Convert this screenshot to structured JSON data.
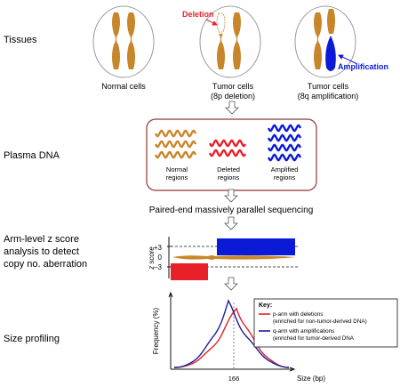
{
  "sections": {
    "tissues": "Tissues",
    "plasma": "Plasma DNA",
    "zscore": [
      "Arm-level z score",
      "analysis to detect",
      "copy no. aberration"
    ],
    "size": "Size profiling"
  },
  "tissues": {
    "normal": "Normal cells",
    "tumor1": [
      "Tumor cells",
      "(8p deletion)"
    ],
    "tumor2": [
      "Tumor cells",
      "(8q amplification)"
    ],
    "deletion_label": "Deletion",
    "amplification_label": "Amplification"
  },
  "plasma": {
    "normal": [
      "Normal",
      "regions"
    ],
    "deleted": [
      "Deleted",
      "regions"
    ],
    "amplified": [
      "Amplified",
      "regions"
    ]
  },
  "sequencing": "Paired-end massively parallel sequencing",
  "zchart": {
    "ylabel": "z score",
    "ticks": [
      "+3",
      "0",
      "−3"
    ]
  },
  "size_chart": {
    "ylabel": "Frequency (%)",
    "xlabel": "Size (bp)",
    "xtick": "166",
    "key_title": "Key:",
    "key": [
      {
        "line1": "p-arm with deletions",
        "line2": "(enriched for non-tumor-derived DNA)",
        "color": "#e8202a"
      },
      {
        "line1": "q-arm with amplifications",
        "line2": "(enriched for tumor-derived DNA",
        "color": "#1d1d9e"
      }
    ]
  },
  "colors": {
    "chromosome": "#c8862a",
    "red": "#e8202a",
    "blue": "#0a1ad6",
    "frame": "#8b3a2e"
  }
}
